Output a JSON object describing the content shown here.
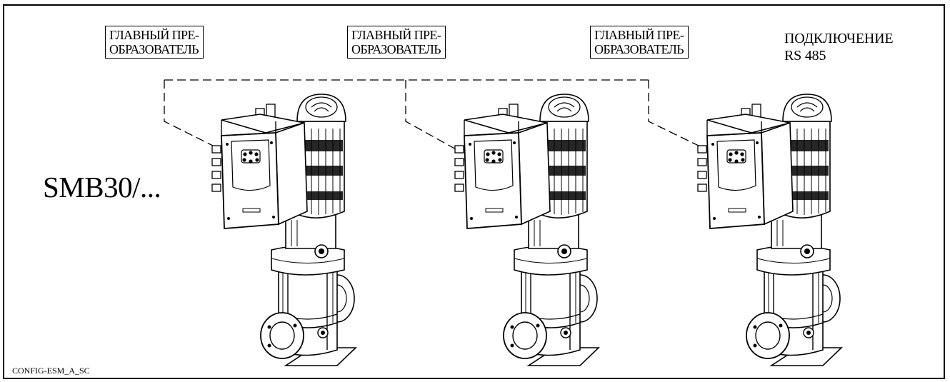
{
  "labels": {
    "converter_line1": "ГЛАВНЫЙ ПРЕ-",
    "converter_line2": "ОБРАЗОВАТЕЛЬ",
    "connection_line1": "ПОДКЛЮЧЕНИЕ",
    "connection_line2": "RS 485",
    "model": "SMB30/...",
    "reference_code": "CONFIG-ESM_A_SC"
  },
  "units": [
    {
      "label_line1": "ГЛАВНЫЙ ПРЕ-",
      "label_line2": "ОБРАЗОВАТЕЛЬ"
    },
    {
      "label_line1": "ГЛАВНЫЙ ПРЕ-",
      "label_line2": "ОБРАЗОВАТЕЛЬ"
    },
    {
      "label_line1": "ГЛАВНЫЙ ПРЕ-",
      "label_line2": "ОБРАЗОВАТЕЛЬ"
    }
  ],
  "colors": {
    "line": "#000000",
    "background": "#ffffff"
  }
}
